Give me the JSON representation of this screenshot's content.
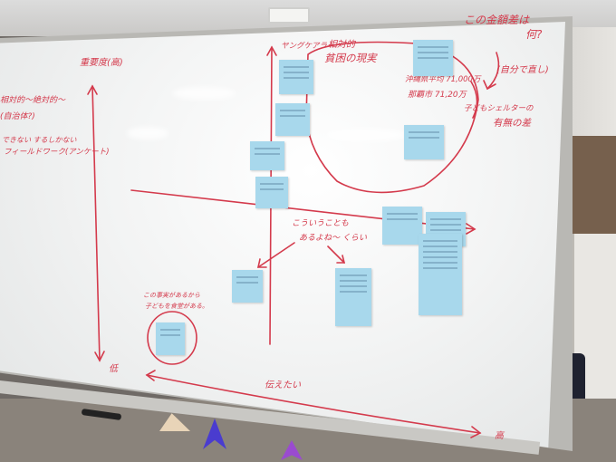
{
  "labels": {
    "top_left": "重要度(高)",
    "left_partial_1": "相対的〜絶対的〜",
    "left_partial_2": "(自治体?)",
    "left_partial_3": "できない  するしかない",
    "left_partial_4": "フィールドワーク(アンケート)",
    "vertical_top": "ヤングケアラー",
    "top_center_1": "相対的",
    "top_center_2": "貧困の現実",
    "top_right_1": "この金額差は",
    "top_right_2": "何?",
    "top_right_3": "(自分で直し)",
    "mid_right_1": "沖縄県平均 71,000万",
    "mid_right_2": "那覇市 71,20万",
    "mid_right_3": "子どもシェルターの",
    "mid_right_4": "有無の差",
    "center_1": "こういうことも",
    "center_2": "あるよね〜  くらい",
    "bottom_left_1": "この事実があるから",
    "bottom_left_2": "子どもを食堂がある。",
    "bottom_low": "低",
    "bottom_center": "伝えたい",
    "bottom_right": "高"
  },
  "colors": {
    "marker": "#d43a4c",
    "sticky": "#a8d8ec",
    "board": "#f3f4f4"
  },
  "notes_count": 12
}
